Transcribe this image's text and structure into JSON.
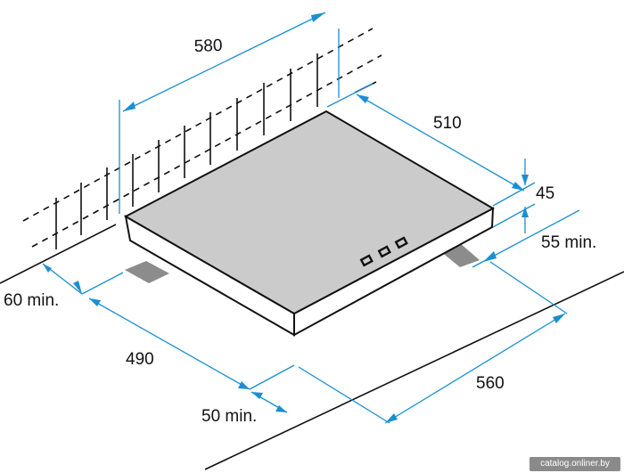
{
  "dimensions": {
    "cutout_width": "580",
    "cutout_depth": "510",
    "thickness": "45",
    "right_clearance": "55 min.",
    "left_clearance": "60 min.",
    "hob_width": "490",
    "hob_depth": "560",
    "front_clearance": "50 min."
  },
  "watermark": "catalog.onliner.by",
  "colors": {
    "hob_top": "#cbcbcb",
    "hob_side": "#ffffff",
    "outline": "#111111",
    "dimension_line": "#1a8fd0",
    "support_bracket": "#8c8c8c",
    "control_knobs": "#111111"
  }
}
